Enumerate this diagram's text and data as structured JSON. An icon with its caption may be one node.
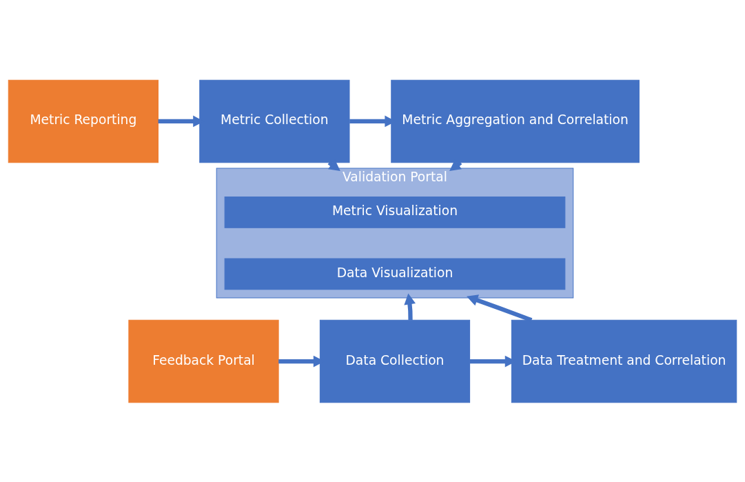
{
  "diagram": {
    "nodes": [
      {
        "text": [
          "Metric Reporting"
        ]
      },
      {
        "text": [
          "Metric Collection"
        ]
      },
      {
        "text": [
          "Metric Aggregation and Correlation"
        ]
      },
      {
        "text": [
          "Validation Portal"
        ]
      },
      {
        "text": [
          "Metric Visualization"
        ],
        "in": 3
      },
      {
        "text": [
          "Data Visualization"
        ],
        "in": 3
      },
      {
        "text": [
          "Feedback Portal"
        ]
      },
      {
        "text": [
          "Data Collection"
        ]
      },
      {
        "text": [
          "Data Treatment and Correlation"
        ]
      }
    ],
    "edges": [
      {
        "from": 0,
        "to": 1,
        "arrow": "to"
      },
      {
        "from": 1,
        "to": 2,
        "arrow": "to"
      },
      {
        "from": 1,
        "to": 3,
        "arrow": "to"
      },
      {
        "from": 2,
        "to": 3,
        "arrow": "to"
      },
      {
        "from": 7,
        "to": 3,
        "arrow": "to"
      },
      {
        "from": 8,
        "to": 3,
        "arrow": "to"
      },
      {
        "from": 6,
        "to": 7,
        "arrow": "to"
      },
      {
        "from": 7,
        "to": 8,
        "arrow": "to"
      }
    ]
  }
}
